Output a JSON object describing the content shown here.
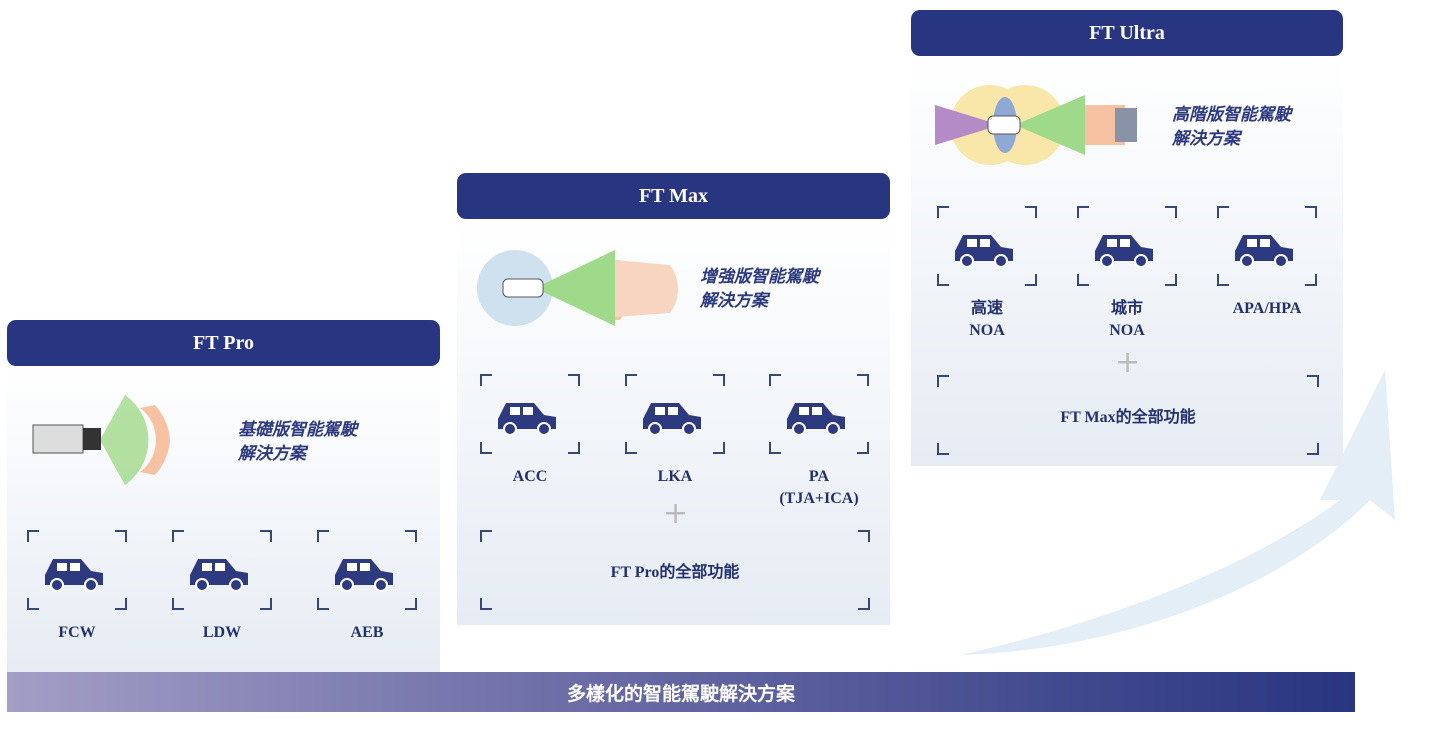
{
  "tiers": [
    {
      "title": "FT Pro",
      "caption1": "基礎版智能駕駛",
      "caption2": "解決方案",
      "features": [
        {
          "label": "FCW"
        },
        {
          "label": "LDW"
        },
        {
          "label": "AEB"
        }
      ]
    },
    {
      "title": "FT Max",
      "caption1": "增強版智能駕駛",
      "caption2": "解決方案",
      "features": [
        {
          "label": "ACC"
        },
        {
          "label": "LKA"
        },
        {
          "label": "PA",
          "label2": "(TJA+ICA)"
        }
      ],
      "plus": "+",
      "includes": "FT Pro的全部功能"
    },
    {
      "title": "FT Ultra",
      "caption1": "高階版智能駕駛",
      "caption2": "解決方案",
      "features": [
        {
          "label": "高速",
          "label2": "NOA"
        },
        {
          "label": "城市",
          "label2": "NOA"
        },
        {
          "label": "APA/HPA"
        }
      ],
      "plus": "+",
      "includes": "FT Max的全部功能"
    }
  ],
  "footer": "多樣化的智能駕駛解決方案",
  "colors": {
    "header": "#283580",
    "text": "#23306e",
    "sensor_green": "#9fd98a",
    "sensor_orange": "#f6c2a2"
  }
}
